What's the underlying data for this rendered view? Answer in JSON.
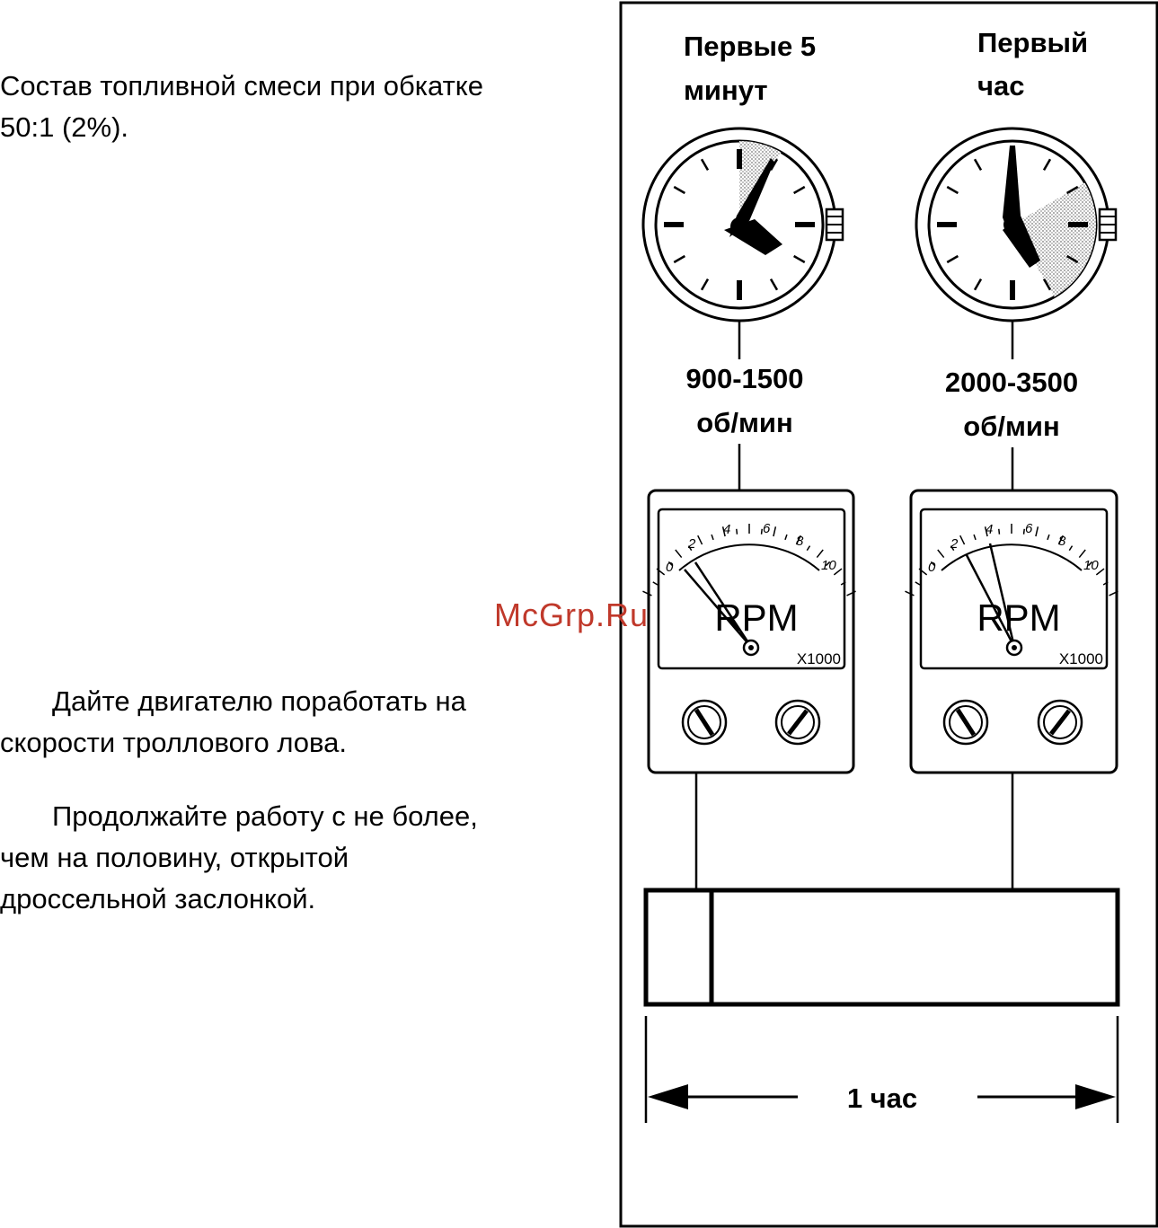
{
  "text": {
    "mixture_line1": "Состав топливной смеси при обкатке",
    "mixture_line2": "50:1 (2%).",
    "step1_line1": "Дайте двигателю поработать на",
    "step1_line2": "скорости троллового лова.",
    "step2_line1": "Продолжайте работу с не более,",
    "step2_line2": "чем на половину, открытой",
    "step2_line3": "дроссельной заслонкой."
  },
  "watermark": "McGrp.Ru",
  "figure": {
    "left_clock": {
      "label_line1": "Первые 5",
      "label_line2": "минут"
    },
    "right_clock": {
      "label_line1": "Первый",
      "label_line2": "час"
    },
    "left_rpm": {
      "range": "900-1500",
      "unit": "об/мин"
    },
    "right_rpm": {
      "range": "2000-3500",
      "unit": "об/мин"
    },
    "tachometer": {
      "scale_labels": [
        "0",
        "2",
        "4",
        "6",
        "8",
        "10"
      ],
      "title": "RPM",
      "multiplier": "X1000"
    },
    "timeline_label": "1 час"
  }
}
